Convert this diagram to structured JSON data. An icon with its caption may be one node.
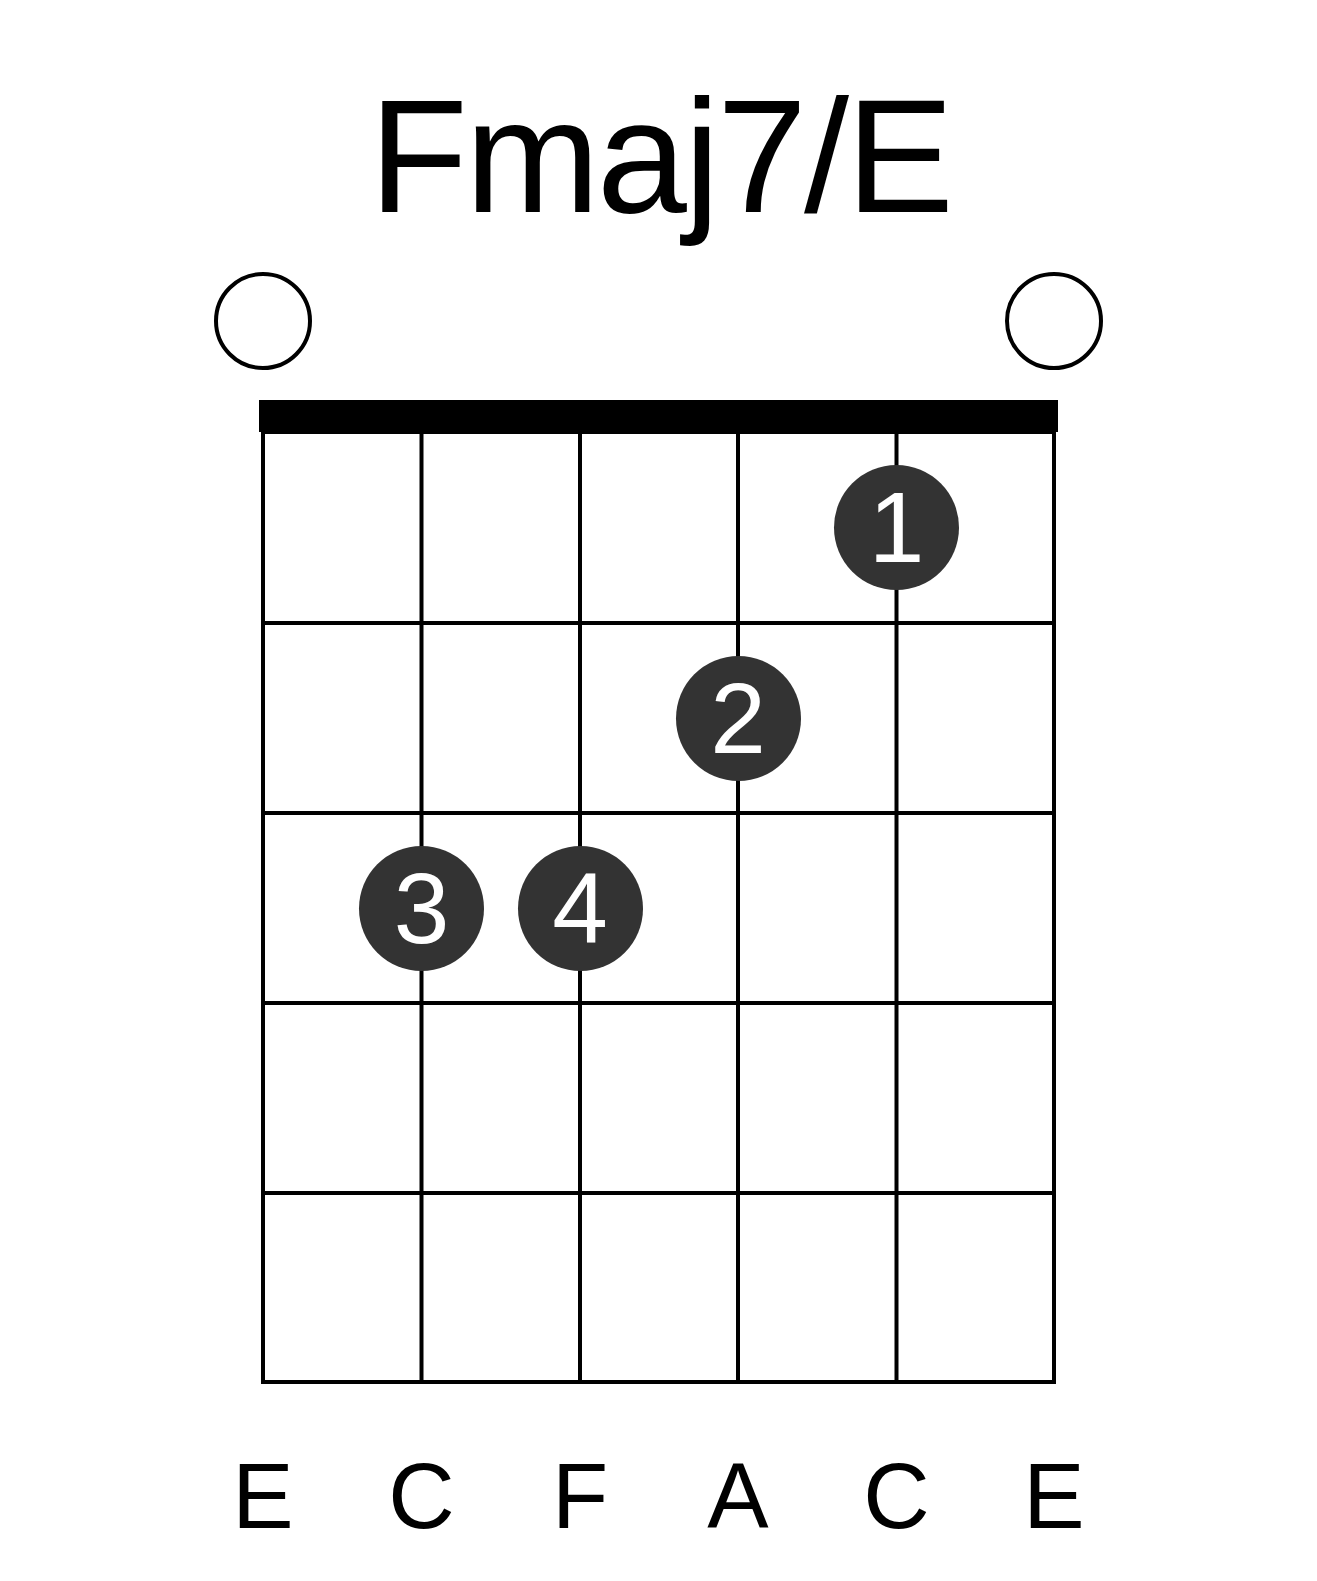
{
  "diagram": {
    "title": "Fmaj7/E",
    "nodes": [
      {
        "text": [],
        "shape": "circle"
      },
      {
        "text": [],
        "shape": "circle"
      },
      {
        "text": [
          "1"
        ]
      },
      {
        "text": [
          "2"
        ]
      },
      {
        "text": [
          "3"
        ]
      },
      {
        "text": [
          "4"
        ]
      }
    ],
    "labels": [
      "E",
      "C",
      "F",
      "A",
      "C",
      "E"
    ]
  }
}
